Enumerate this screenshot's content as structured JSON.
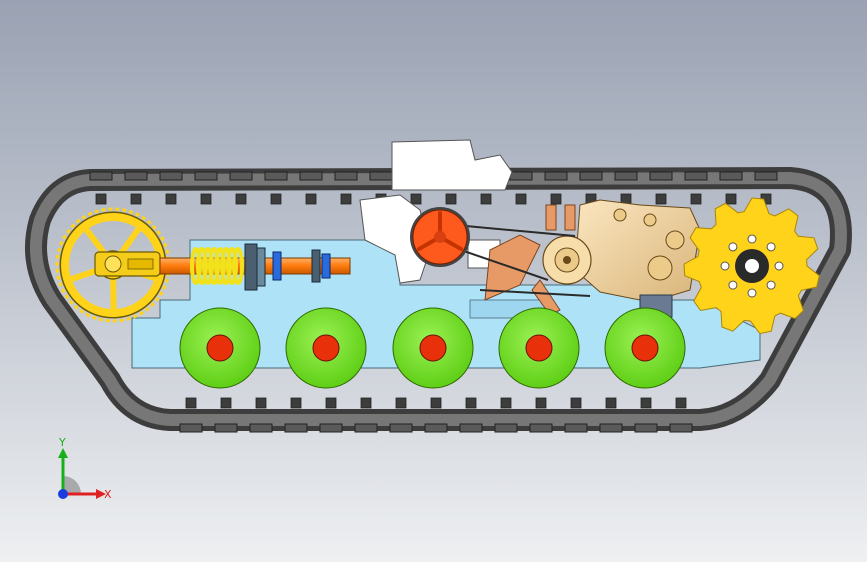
{
  "viewport": {
    "background_top": "#9aa2b3",
    "background_bottom": "#eef0f2"
  },
  "colors": {
    "track": "#3d3d3d",
    "track_face": "#6a6a6a",
    "hull": "#aee3f7",
    "road_wheel": "#77e32a",
    "road_wheel_hub": "#e8300a",
    "idler": "#ffd31a",
    "sprocket": "#ffd31a",
    "spring": "#f2e21c",
    "shaft": "#ff8a1a",
    "pulley": "#ff5a1e",
    "engine": "#f3d6a2",
    "pipe": "#e79a66",
    "white_part": "#ffffff"
  },
  "scene": {
    "road_wheel_count": 5,
    "sprocket_bolt_count": 8,
    "idler_spoke_count": 5
  },
  "triad": {
    "x_label": "X",
    "y_label": "Y",
    "x_color": "#e02020",
    "y_color": "#18b018",
    "z_color": "#1a3ce0"
  }
}
